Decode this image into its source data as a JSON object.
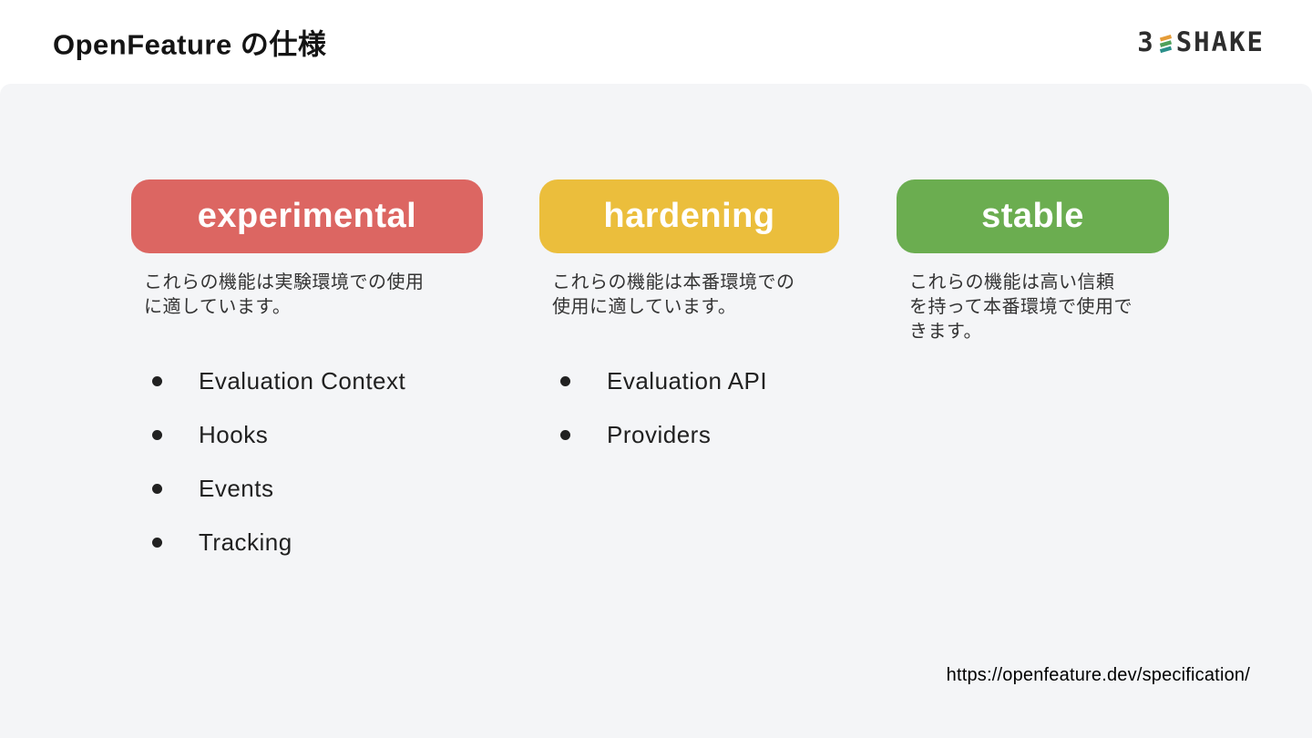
{
  "header": {
    "title": "OpenFeature の仕様",
    "logo": {
      "prefix": "3",
      "suffix": "SHAKE",
      "icon": "zigzag-mark-icon",
      "icon_colors": [
        "#E59C38",
        "#4FA05A",
        "#2A8F8A"
      ]
    }
  },
  "columns": [
    {
      "badge": "experimental",
      "badge_color": "#DC6662",
      "description": "これらの機能は実験環境での使用\nに適しています。",
      "items": [
        "Evaluation Context",
        "Hooks",
        "Events",
        "Tracking"
      ]
    },
    {
      "badge": "hardening",
      "badge_color": "#EBBE3C",
      "description": "これらの機能は本番環境での\n使用に適しています。",
      "items": [
        "Evaluation API",
        "Providers"
      ]
    },
    {
      "badge": "stable",
      "badge_color": "#6BAD50",
      "description": "これらの機能は高い信頼\nを持って本番環境で使用で\nきます。",
      "items": []
    }
  ],
  "footer": {
    "url": "https://openfeature.dev/specification/"
  },
  "colors": {
    "header_bg": "#FFFFFF",
    "panel_bg": "#F4F5F7",
    "text_primary": "#212121",
    "badge_text": "#FFFFFF"
  }
}
